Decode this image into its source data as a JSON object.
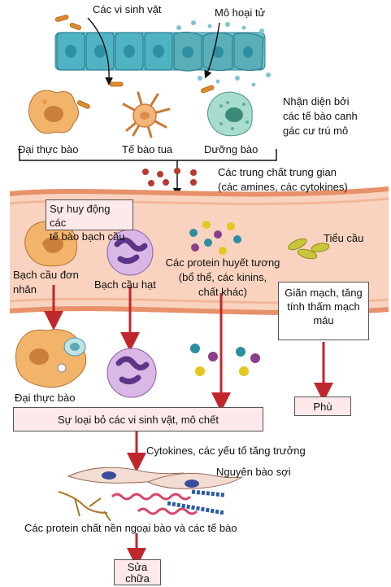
{
  "labels": {
    "microbes": "Các vi sinh vật",
    "necrotic_tissue": "Mô hoại tử",
    "recognition": [
      "Nhận diện bởi",
      "các tế bào canh",
      "gác cư trú mô"
    ],
    "macrophage_top": "Đại thực bào",
    "dendritic_cell": "Tế bào tua",
    "mast_cell": "Dưỡng bào",
    "mediators": [
      "Các trung chất trung gian",
      "(các amines, các cytokines)"
    ],
    "recruitment": [
      "Sự huy động các",
      "tế bào bạch cầu"
    ],
    "platelets": "Tiểu cầu",
    "monocyte": [
      "Bạch cầu đơn",
      "nhân"
    ],
    "granulocyte": "Bạch cầu hạt",
    "plasma_proteins": [
      "Các protein huyết tương",
      "(bổ thể, các kinins,",
      "chất khác)"
    ],
    "vasodilation": [
      "Giãn mạch, tăng",
      "tính thấm mạch",
      "máu"
    ],
    "macrophage_bottom": "Đại thực bào",
    "edema": "Phù",
    "elimination": "Sự loại bỏ các vi sinh vật, mô chết",
    "growth_factors": "Cytokines, các yếu tố tăng trưởng",
    "fibroblasts": "Nguyên bào sợi",
    "ecm": "Các protein chất nền ngoại bào và các tế bào",
    "repair": [
      "Sửa",
      "chữa"
    ]
  },
  "colors": {
    "arrow": "#c0272d",
    "box_fill": "#fde8ea",
    "vessel": "#f6c3ac",
    "epithelium": "#4fb3c4",
    "mediator": "#b83a2e",
    "microbe": "#e08a2c"
  }
}
